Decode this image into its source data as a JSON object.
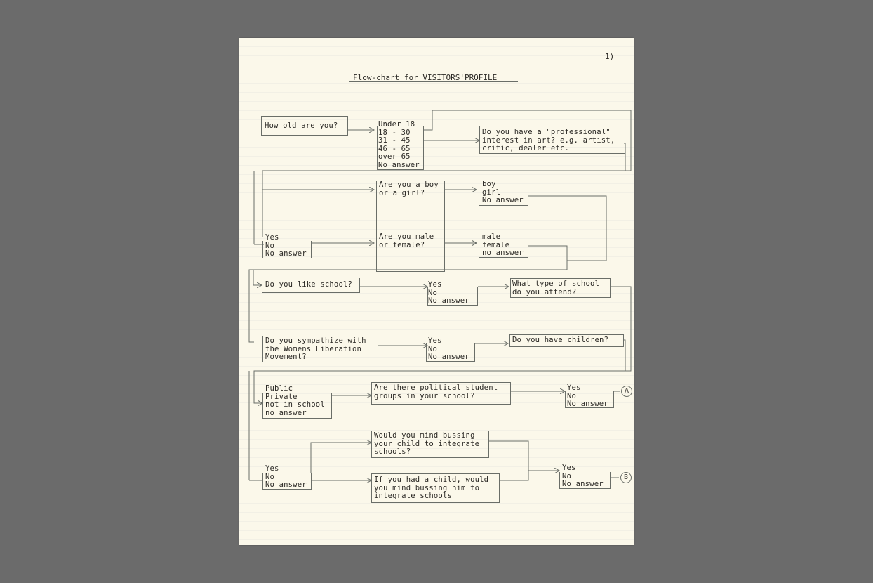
{
  "page_number": "1)",
  "title": "Flow-chart for VISITORS'PROFILE",
  "boxes": {
    "age_question": "How old are you?",
    "age_options": "Under 18\n18 - 30\n31 - 45\n46 - 65\nover 65\nNo answer",
    "professional_q": "Do you have a \"professional\"\ninterest in art? e.g. artist,\ncritic, dealer etc.",
    "boy_girl_q": "Are you a boy\nor a girl?",
    "male_female_q": "Are you male\nor female?",
    "boy_girl_opts": "boy\ngirl\nNo answer",
    "male_female_opts": "male\nfemale\nno answer",
    "professional_ans": "Yes\nNo\nNo answer",
    "like_school_q": "Do you like school?",
    "like_school_ans": "Yes\nNo\nNo answer",
    "school_type_q": "What type of school\ndo you attend?",
    "wlm_q": "Do you sympathize with\nthe Womens Liberation\nMovement?",
    "wlm_ans": "Yes\nNo\nNo answer",
    "children_q": "Do you have children?",
    "school_type_ans": "Public\nPrivate\nnot in school\nno answer",
    "political_q": "Are there political student\ngroups in your school?",
    "political_ans": "Yes\nNo\nNo answer",
    "children_ans": "Yes\nNo\nNo answer",
    "bussing_q": "Would you mind bussing\nyour child to integrate\nschools?",
    "bussing_hyp_q": "If you had a child, would\nyou mind bussing him to\nintegrate schools",
    "bussing_ans": "Yes\nNo\nNo answer"
  },
  "connectors": {
    "a": "A",
    "b": "B"
  }
}
